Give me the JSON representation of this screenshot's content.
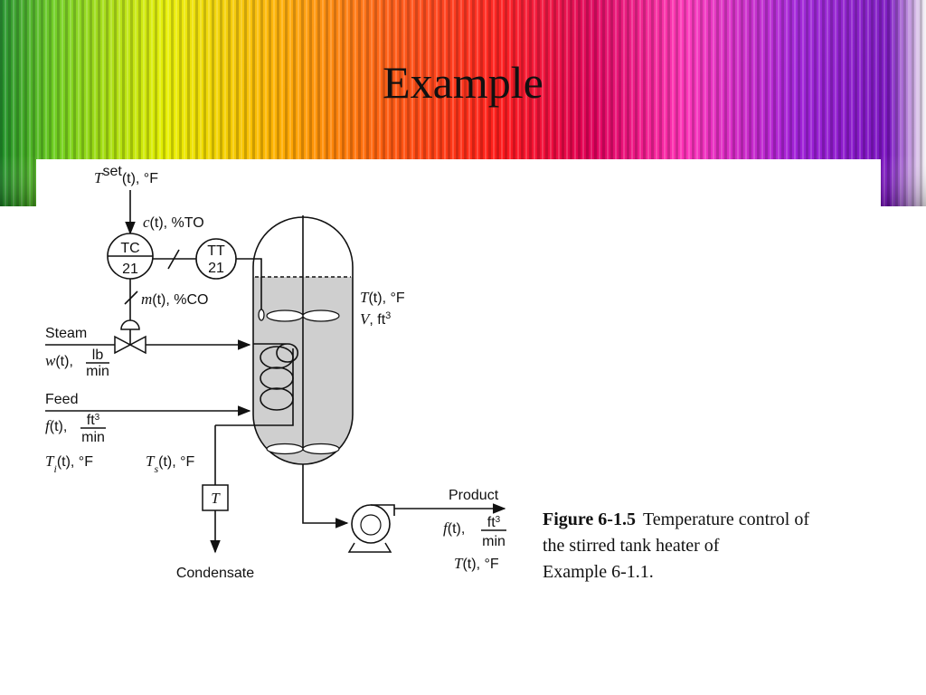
{
  "slide": {
    "title": "Example"
  },
  "colors": {
    "banner_stops": [
      "#2a9a2a",
      "#7ed321",
      "#f5e600",
      "#ff9a00",
      "#ff2a1a",
      "#e0005a",
      "#ff2fb0",
      "#9b1fd8",
      "#ffffff"
    ],
    "liquid": "#cfcfcf"
  },
  "figure": {
    "setpoint": {
      "symbol": "T",
      "sup": "set",
      "arg": "(t), °F"
    },
    "controller_output": {
      "symbol": "c",
      "arg": "(t), %TO"
    },
    "tc": {
      "top": "TC",
      "bottom": "21"
    },
    "tt": {
      "top": "TT",
      "bottom": "21"
    },
    "manipulated": {
      "symbol": "m",
      "arg": "(t), %CO"
    },
    "steam": {
      "label": "Steam",
      "symbol": "w",
      "arg": "(t),",
      "num": "lb",
      "den": "min"
    },
    "feed": {
      "label": "Feed",
      "symbol": "f",
      "arg": "(t),",
      "num": "ft",
      "num_sup": "3",
      "den": "min"
    },
    "inlet_temp": {
      "symbol": "T",
      "sub": "i",
      "arg": "(t), °F"
    },
    "steam_temp": {
      "symbol": "T",
      "sub": "s",
      "arg": "(t), °F"
    },
    "tank_temp": {
      "symbol": "T",
      "arg": "(t), °F"
    },
    "tank_volume": {
      "symbol": "V",
      "arg": ", ft",
      "sup": "3"
    },
    "trap": {
      "label": "T"
    },
    "condensate": {
      "label": "Condensate"
    },
    "product": {
      "label": "Product",
      "symbol": "f",
      "arg": "(t),",
      "num": "ft",
      "num_sup": "3",
      "den": "min",
      "temp_symbol": "T",
      "temp_arg": "(t), °F"
    },
    "caption": {
      "number": "Figure 6-1.5",
      "line1": "Temperature control of",
      "line2": "the stirred tank heater of",
      "line3": "Example 6-1.1."
    }
  }
}
